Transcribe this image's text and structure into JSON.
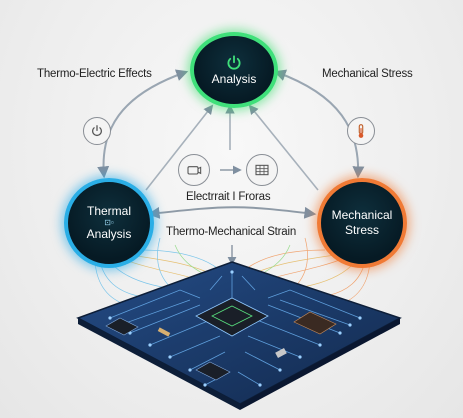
{
  "nodes": {
    "analysis": {
      "label": "Analysis",
      "color": "#3fe07a",
      "icon": "power-icon"
    },
    "thermal": {
      "label_line1": "Thermal",
      "label_small": "⊡▫",
      "label_line2": "Analysis",
      "color": "#2aaee6"
    },
    "mechanical": {
      "label_line1": "Mechanical",
      "label_line2": "Stress",
      "color": "#f07a35"
    }
  },
  "edges": {
    "thermo_electric": "Thermo-Electric Effects",
    "mechanical_stress": "Mechanical Stress",
    "electrical_forces": "Electrrait I Froras",
    "thermo_mechanical": "Thermo-Mechanical Strain"
  },
  "icons": {
    "left": "power-icon",
    "right": "thermometer-icon",
    "center_left": "camera-icon",
    "center_right": "grid-icon"
  },
  "board": {
    "color": "#1b3a6b",
    "trace_color": "#6ab0f0"
  }
}
